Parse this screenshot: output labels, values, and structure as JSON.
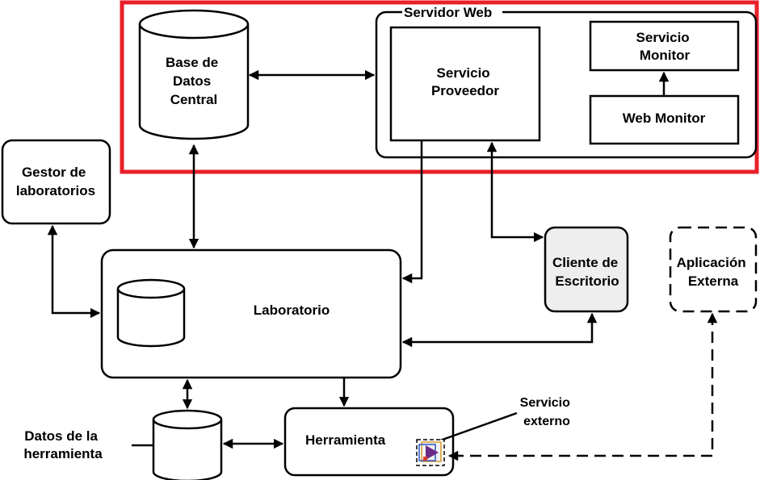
{
  "colors": {
    "highlight": "#e8202a",
    "client_fill": "#eeeeee",
    "stroke": "#000000"
  },
  "nodes": {
    "db_central": [
      "Base de",
      "Datos",
      "Central"
    ],
    "servidor_web": "Servidor Web",
    "servicio_proveedor": [
      "Servicio",
      "Proveedor"
    ],
    "servicio_monitor": [
      "Servicio",
      "Monitor"
    ],
    "web_monitor": "Web Monitor",
    "gestor": [
      "Gestor de",
      "laboratorios"
    ],
    "laboratorio": "Laboratorio",
    "cliente": [
      "Cliente de",
      "Escritorio"
    ],
    "aplicacion": [
      "Aplicación",
      "Externa"
    ],
    "herramienta": "Herramienta",
    "datos_herramienta": [
      "Datos de la",
      "herramienta"
    ],
    "servicio_externo": [
      "Servicio",
      "externo"
    ]
  },
  "icons": {
    "service_plugin": "play-plugin-icon"
  }
}
